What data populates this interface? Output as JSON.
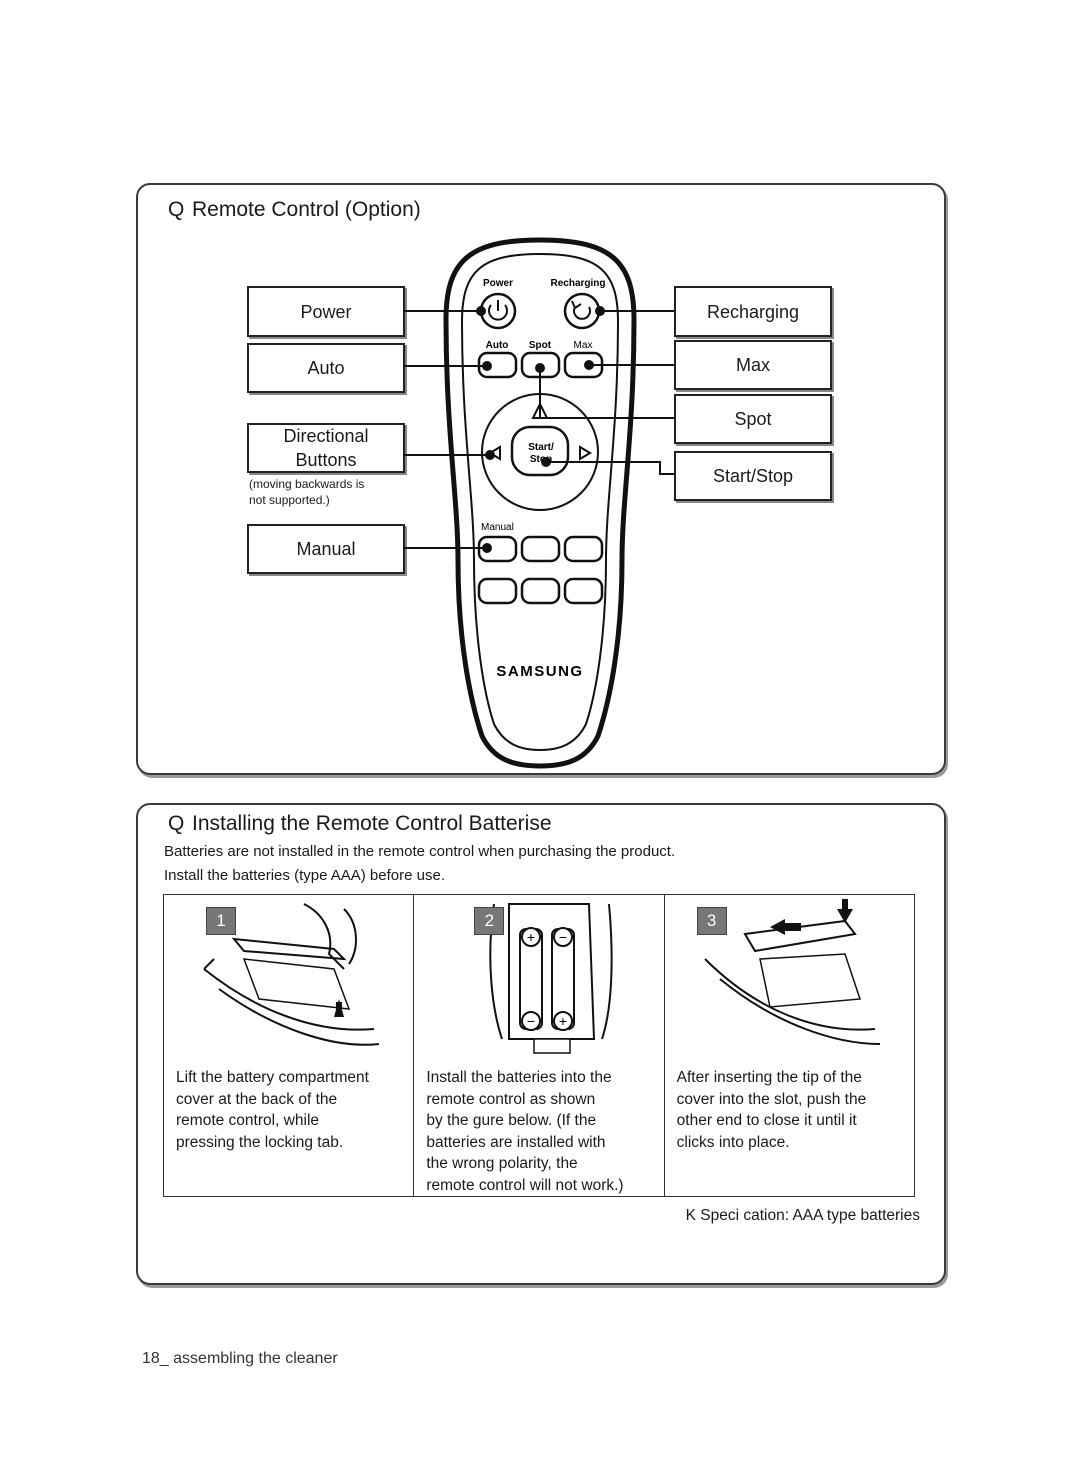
{
  "section1": {
    "bullet": "Q",
    "title": "Remote Control (Option)",
    "left_labels": [
      "Power",
      "Auto",
      "Directional\nButtons",
      "Manual"
    ],
    "directional_note": "(moving backwards is\nnot supported.)",
    "right_labels": [
      "Recharging",
      "Max",
      "Spot",
      "Start/Stop"
    ],
    "remote": {
      "power": "Power",
      "recharging": "Recharging",
      "auto": "Auto",
      "spot": "Spot",
      "max": "Max",
      "start": "Start/",
      "stop": "Stop",
      "manual": "Manual",
      "brand": "SAMSUNG"
    }
  },
  "section2": {
    "bullet": "Q",
    "title": "Installing the Remote Control Batterise",
    "intro_line1": "Batteries are not installed in the remote control when purchasing the product.",
    "intro_line2": "Install the batteries (type AAA) before use.",
    "steps": [
      {
        "number": "1",
        "text": "Lift the battery compartment\ncover at the back of the\nremote control, while\npressing the locking tab."
      },
      {
        "number": "2",
        "text": "Install the batteries into the\nremote control as shown\nby the  gure below. (If the\nbatteries are installed with\nthe wrong polarity, the\nremote control will not work.)"
      },
      {
        "number": "3",
        "text": "After inserting the tip of the\ncover into the slot, push the\nother end to close it until it\nclicks into place."
      }
    ],
    "spec": "K  Speci cation: AAA type batteries"
  },
  "footer": "18_ assembling the cleaner"
}
